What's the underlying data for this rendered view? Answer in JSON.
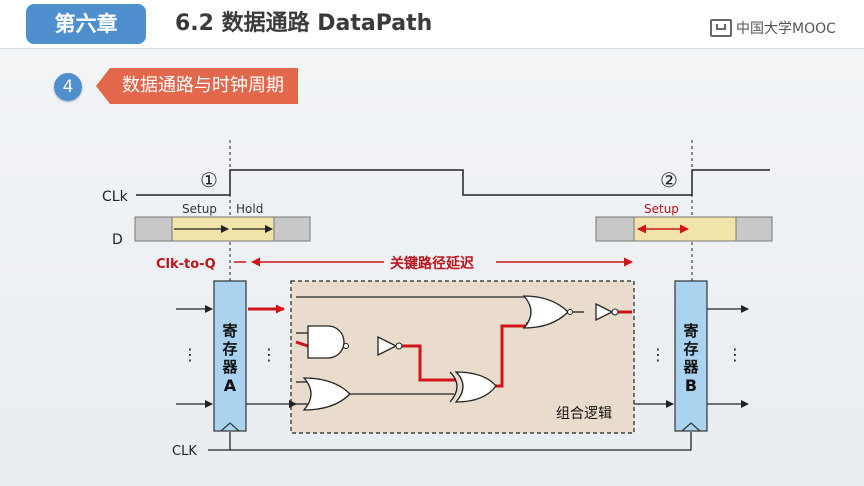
{
  "header": {
    "chapter": "第六章",
    "title": "6.2 数据通路 DataPath",
    "logo_text": "中国大学MOOC"
  },
  "section": {
    "number": "4",
    "title": "数据通路与时钟周期"
  },
  "diagram": {
    "clk_top": "CLk",
    "d_label": "D",
    "marker_1": "①",
    "marker_2": "②",
    "setup_1": "Setup",
    "hold_1": "Hold",
    "setup_2": "Setup",
    "clk_to_q": "Clk-to-Q",
    "critical_path": "关键路径延迟",
    "reg_a": [
      "寄",
      "存",
      "器",
      "A"
    ],
    "reg_b": [
      "寄",
      "存",
      "器",
      "B"
    ],
    "comb_logic": "组合逻辑",
    "clk_bottom": "CLK",
    "dots": "⋮"
  },
  "colors": {
    "accent_blue": "#4f8fce",
    "section_red": "#e2674b",
    "path_red": "#d0141a",
    "register_fill": "#a9d3ee",
    "logic_fill": "#eadccc",
    "setup_fill": "#f2e3a8"
  }
}
